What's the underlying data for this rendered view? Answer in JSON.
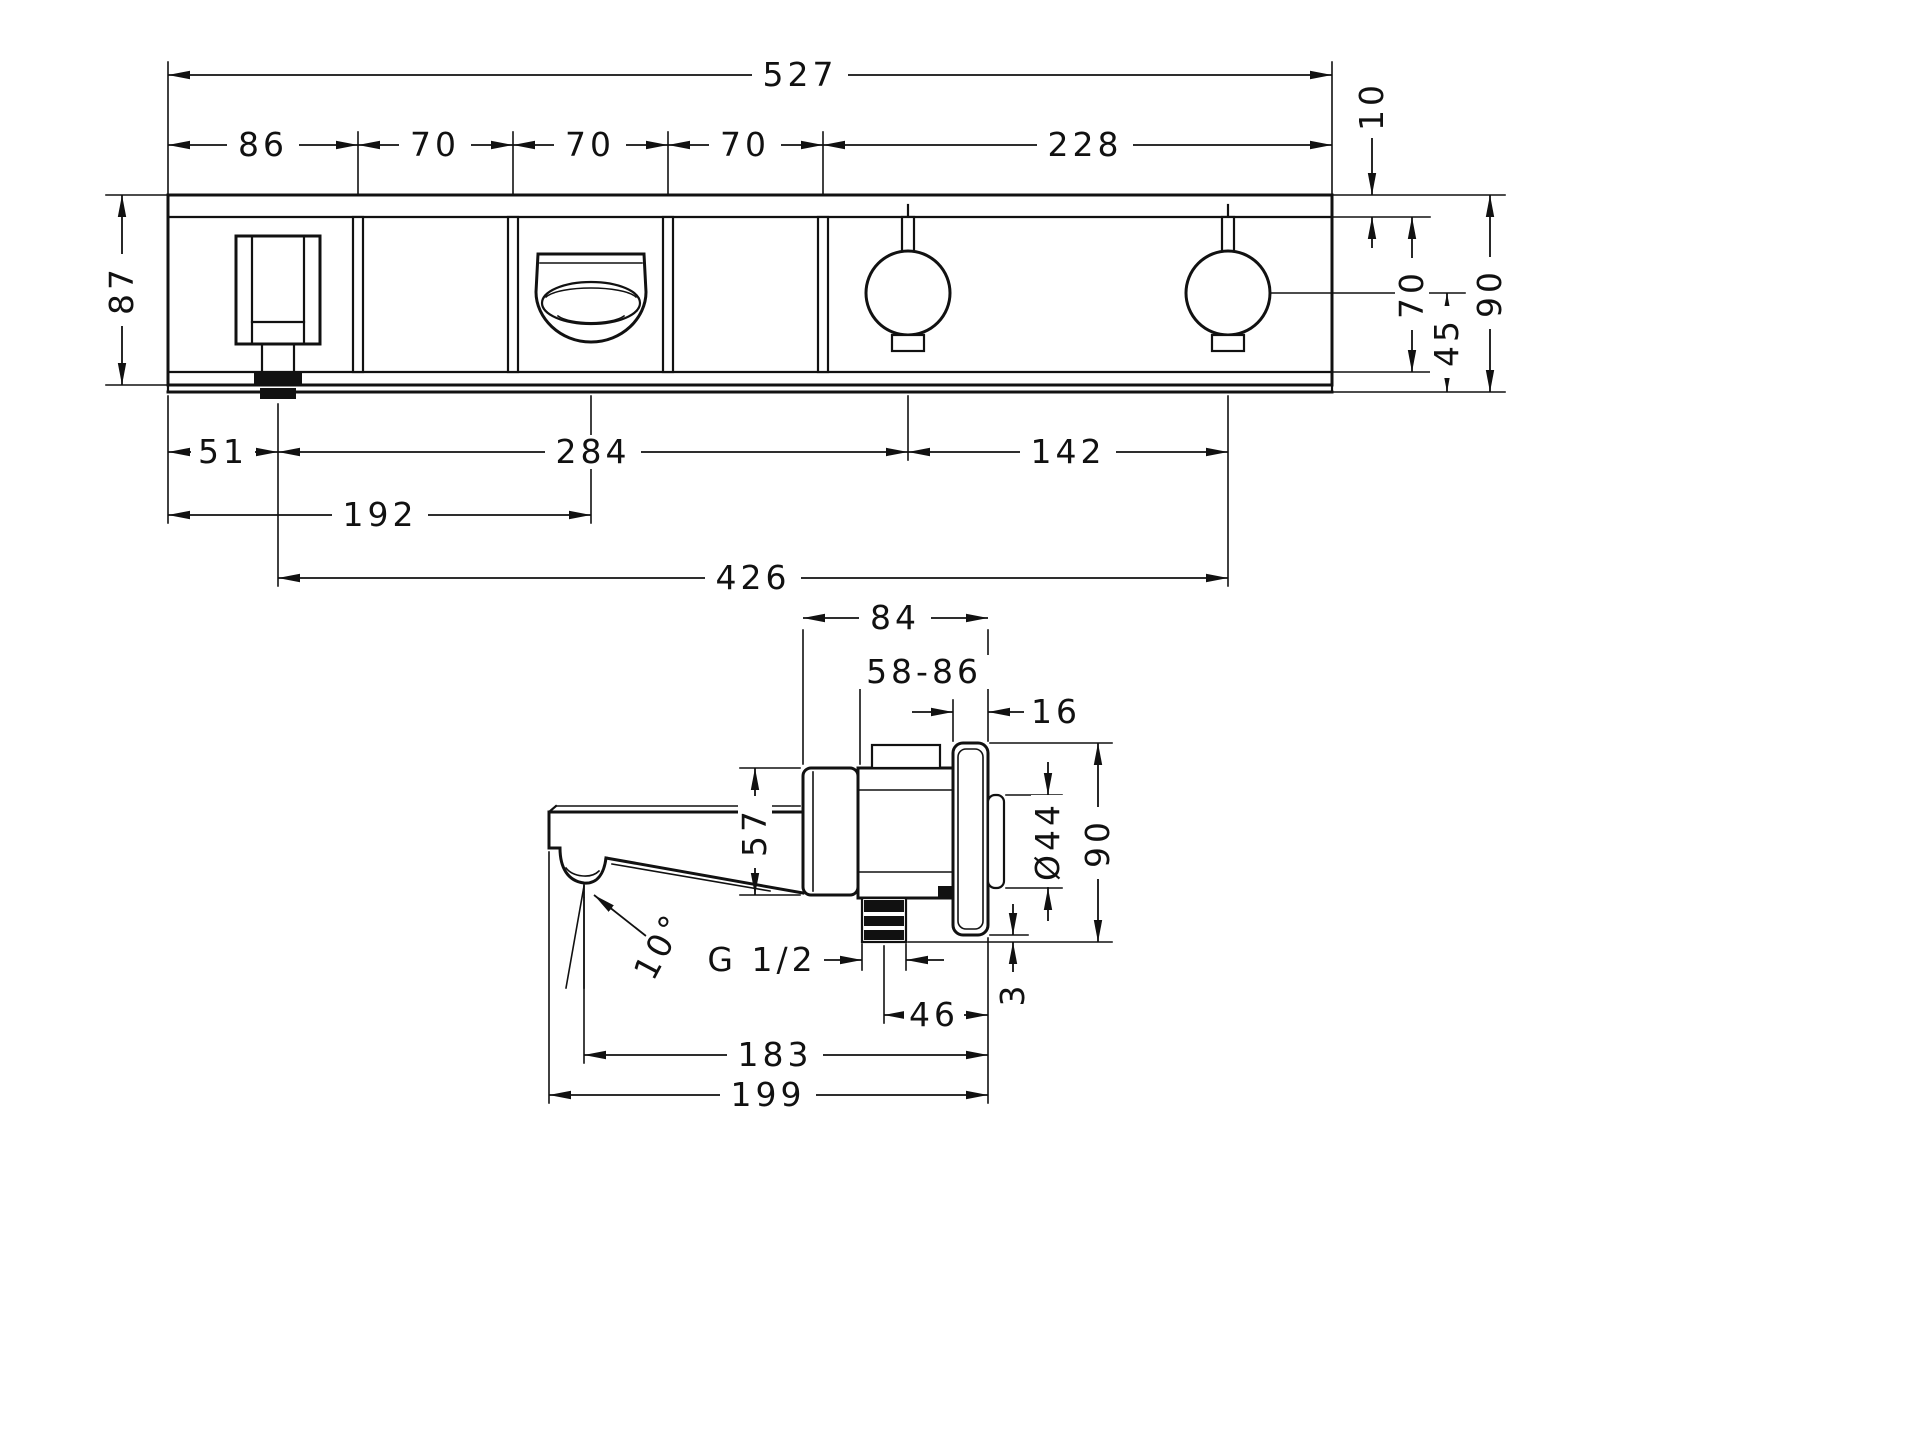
{
  "front": {
    "w_total": "527",
    "w_seg1": "86",
    "w_seg2": "70",
    "w_seg3": "70",
    "w_seg4": "70",
    "w_seg5": "228",
    "top_trim": "10",
    "height_left": "87",
    "height_right": "90",
    "right_70": "70",
    "right_45": "45",
    "bottom_51": "51",
    "bottom_284": "284",
    "bottom_142": "142",
    "bottom_192": "192",
    "bottom_426": "426"
  },
  "side": {
    "depth_84": "84",
    "depth_range": "58-86",
    "plate_16": "16",
    "flange_57": "57",
    "dia_44": "Ø44",
    "height_90": "90",
    "angle": "10°",
    "thread": "G 1/2",
    "offset_46": "46",
    "gap_3": "3",
    "reach_183": "183",
    "reach_199": "199"
  },
  "colors": {
    "line": "#111111",
    "background": "#ffffff"
  }
}
